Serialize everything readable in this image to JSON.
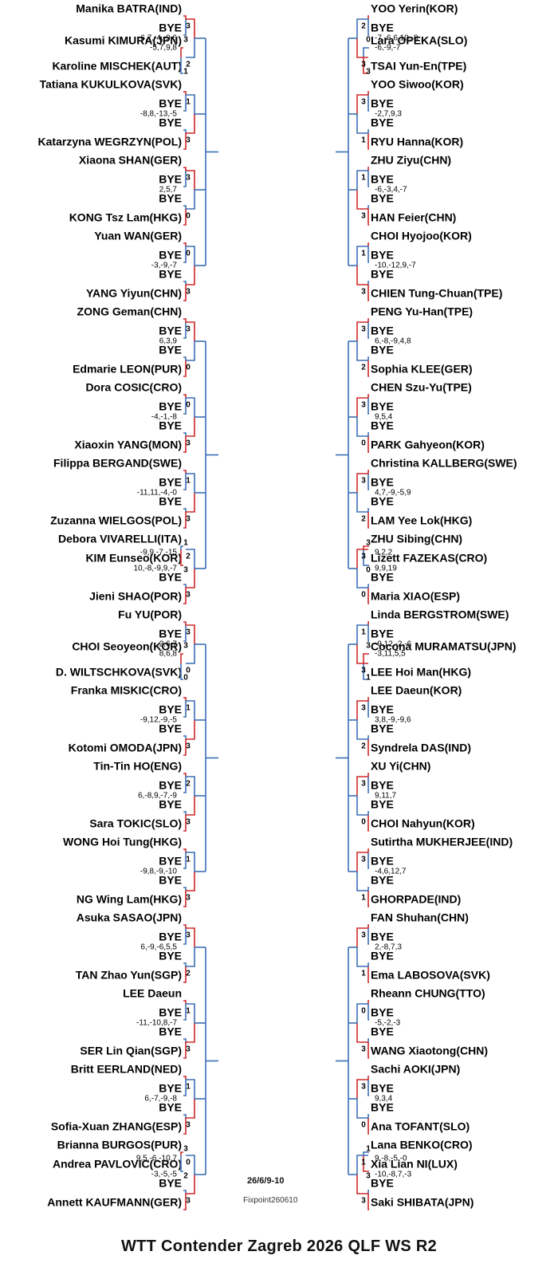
{
  "title": "WTT Contender Zagreb 2026 QLF WS R2",
  "date": "26/6/9-10",
  "credit": "Fixpoint260610",
  "colors": {
    "winner": "#d02828",
    "loser": "#3b6fb6"
  },
  "bracket": {
    "left": [
      {
        "type": "A",
        "t1": "Manika BATRA(IND)",
        "t2": "Kasumi KIMURA(JPN)",
        "t3": "Karoline MISCHEK(AUT)",
        "s1": "6,7,-4,-9,6",
        "s2": "-5,7,9,8",
        "r1": "3",
        "r2": "2",
        "r3": "3",
        "r4": "1"
      },
      {
        "type": "B",
        "t1": "Tatiana KUKULKOVA(SVK)",
        "t2": "Katarzyna WEGRZYN(POL)",
        "s": "-8,8,-13,-5",
        "r1": "1",
        "r2": "3"
      },
      {
        "type": "B",
        "t1": "Xiaona SHAN(GER)",
        "t2": "KONG Tsz Lam(HKG)",
        "s": "2,5,7",
        "r1": "3",
        "r2": "0"
      },
      {
        "type": "B",
        "t1": "Yuan WAN(GER)",
        "t2": "YANG Yiyun(CHN)",
        "s": "-3,-9,-7",
        "r1": "0",
        "r2": "3"
      },
      {
        "type": "B",
        "t1": "ZONG Geman(CHN)",
        "t2": "Edmarie LEON(PUR)",
        "s": "6,3,9",
        "r1": "3",
        "r2": "0"
      },
      {
        "type": "B",
        "t1": "Dora COSIC(CRO)",
        "t2": "Xiaoxin YANG(MON)",
        "s": "-4,-1,-8",
        "r1": "0",
        "r2": "3"
      },
      {
        "type": "B",
        "t1": "Filippa BERGAND(SWE)",
        "t2": "Zuzanna WIELGOS(POL)",
        "s": "-11,11,-4,-0",
        "r1": "1",
        "r2": "3"
      },
      {
        "type": "C",
        "t1": "Debora VIVARELLI(ITA)",
        "t2": "KIM Eunseo(KOR)",
        "t3": "Jieni SHAO(POR)",
        "s1": "-9,9,-7,-15",
        "s2": "10,-8,-9,9,-7",
        "r1": "1",
        "r2": "3",
        "r3": "2",
        "r4": "3"
      },
      {
        "type": "A",
        "t1": "Fu YU(POR)",
        "t2": "CHOI Seoyeon(KOR)",
        "t3": "D. WILTSCHKOVA(SVK)",
        "s1": "2,6,7",
        "s2": "8,6,8",
        "r1": "3",
        "r2": "0",
        "r3": "3",
        "r4": "0"
      },
      {
        "type": "B",
        "t1": "Franka MISKIC(CRO)",
        "t2": "Kotomi OMODA(JPN)",
        "s": "-9,12,-9,-5",
        "r1": "1",
        "r2": "3"
      },
      {
        "type": "B",
        "t1": "Tin-Tin HO(ENG)",
        "t2": "Sara TOKIC(SLO)",
        "s": "6,-8,9,-7,-9",
        "r1": "2",
        "r2": "3"
      },
      {
        "type": "B",
        "t1": "WONG Hoi Tung(HKG)",
        "t2": "NG Wing Lam(HKG)",
        "s": "-9,8,-9,-10",
        "r1": "1",
        "r2": "3"
      },
      {
        "type": "B",
        "t1": "Asuka SASAO(JPN)",
        "t2": "TAN Zhao Yun(SGP)",
        "s": "6,-9,-6,5,5",
        "r1": "3",
        "r2": "2"
      },
      {
        "type": "B",
        "t1": "LEE Daeun",
        "t2": "SER Lin Qian(SGP)",
        "s": "-11,-10,8,-7",
        "r1": "1",
        "r2": "3"
      },
      {
        "type": "B",
        "t1": "Britt EERLAND(NED)",
        "t2": "Sofia-Xuan ZHANG(ESP)",
        "s": "6,-7,-9,-8",
        "r1": "1",
        "r2": "3"
      },
      {
        "type": "C",
        "t1": "Brianna BURGOS(PUR)",
        "t2": "Andrea PAVLOVIC(CRO)",
        "t3": "Annett KAUFMANN(GER)",
        "s1": "9,5,-6,-10,7",
        "s2": "-3,-5,-5",
        "r1": "3",
        "r2": "2",
        "r3": "0",
        "r4": "3"
      }
    ],
    "right": [
      {
        "type": "A",
        "t1": "YOO Yerin(KOR)",
        "t2": "Lara OPEKA(SLO)",
        "t3": "TSAI Yun-En(TPE)",
        "s1": "-7,-6,6,10,-8",
        "s2": "-6,-9,-7",
        "r1": "2",
        "r2": "3",
        "r3": "0",
        "r4": "3"
      },
      {
        "type": "B",
        "t1": "YOO Siwoo(KOR)",
        "t2": "RYU Hanna(KOR)",
        "s": "-2,7,9,3",
        "r1": "3",
        "r2": "1"
      },
      {
        "type": "B",
        "t1": "ZHU Ziyu(CHN)",
        "t2": "HAN Feier(CHN)",
        "s": "-6,-3,4,-7",
        "r1": "1",
        "r2": "3"
      },
      {
        "type": "B",
        "t1": "CHOI Hyojoo(KOR)",
        "t2": "CHIEN Tung-Chuan(TPE)",
        "s": "-10,-12,9,-7",
        "r1": "1",
        "r2": "3"
      },
      {
        "type": "B",
        "t1": "PENG Yu-Han(TPE)",
        "t2": "Sophia KLEE(GER)",
        "s": "6,-8,-9,4,8",
        "r1": "3",
        "r2": "2"
      },
      {
        "type": "B",
        "t1": "CHEN Szu-Yu(TPE)",
        "t2": "PARK Gahyeon(KOR)",
        "s": "9,5,4",
        "r1": "3",
        "r2": "0"
      },
      {
        "type": "B",
        "t1": "Christina KALLBERG(SWE)",
        "t2": "LAM Yee Lok(HKG)",
        "s": "4,7,-9,-5,9",
        "r1": "3",
        "r2": "2"
      },
      {
        "type": "C",
        "t1": "ZHU Sibing(CHN)",
        "t2": "Lizett FAZEKAS(CRO)",
        "t3": "Maria XIAO(ESP)",
        "s1": "9,2,2",
        "s2": "9,9,19",
        "r1": "3",
        "r2": "0",
        "r3": "3",
        "r4": "0"
      },
      {
        "type": "A",
        "t1": "Linda BERGSTROM(SWE)",
        "t2": "Cocona MURAMATSU(JPN)",
        "t3": "LEE Hoi Man(HKG)",
        "s1": "-9,12,-2,-6",
        "s2": "-3,11,5,5",
        "r1": "1",
        "r2": "3",
        "r3": "3",
        "r4": "1"
      },
      {
        "type": "B",
        "t1": "LEE Daeun(KOR)",
        "t2": "Syndrela DAS(IND)",
        "s": "3,8,-9,-9,6",
        "r1": "3",
        "r2": "2"
      },
      {
        "type": "B",
        "t1": "XU Yi(CHN)",
        "t2": "CHOI Nahyun(KOR)",
        "s": "9,11,7",
        "r1": "3",
        "r2": "0"
      },
      {
        "type": "B",
        "t1": "Sutirtha MUKHERJEE(IND)",
        "t2": "GHORPADE(IND)",
        "s": "-4,6,12,7",
        "r1": "3",
        "r2": "1"
      },
      {
        "type": "B",
        "t1": "FAN Shuhan(CHN)",
        "t2": "Ema LABOSOVA(SVK)",
        "s": "2,-8,7,3",
        "r1": "3",
        "r2": "1"
      },
      {
        "type": "B",
        "t1": "Rheann CHUNG(TTO)",
        "t2": "WANG Xiaotong(CHN)",
        "s": "-5,-2,-3",
        "r1": "0",
        "r2": "3"
      },
      {
        "type": "B",
        "t1": "Sachi AOKI(JPN)",
        "t2": "Ana TOFANT(SLO)",
        "s": "9,3,4",
        "r1": "3",
        "r2": "0"
      },
      {
        "type": "C",
        "t1": "Lana BENKO(CRO)",
        "t2": "Xia Lian NI(LUX)",
        "t3": "Saki SHIBATA(JPN)",
        "s1": "9,-8,-5,-0",
        "s2": "-10,-8,7,-3",
        "r1": "1",
        "r2": "3",
        "r3": "1",
        "r4": "3"
      }
    ]
  },
  "bye_label": "BYE"
}
